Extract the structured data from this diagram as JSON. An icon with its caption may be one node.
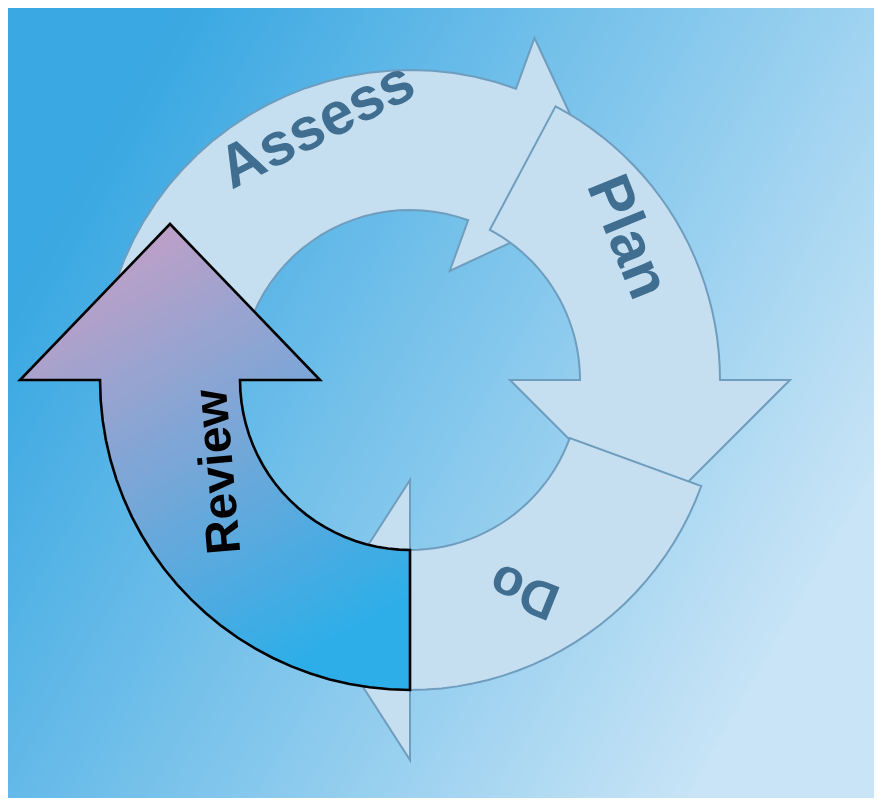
{
  "diagram": {
    "nodes": [
      {
        "text": [
          "Assess"
        ]
      },
      {
        "text": [
          "Plan"
        ]
      },
      {
        "text": [
          "Do"
        ]
      },
      {
        "text": [
          "Review"
        ]
      }
    ]
  }
}
